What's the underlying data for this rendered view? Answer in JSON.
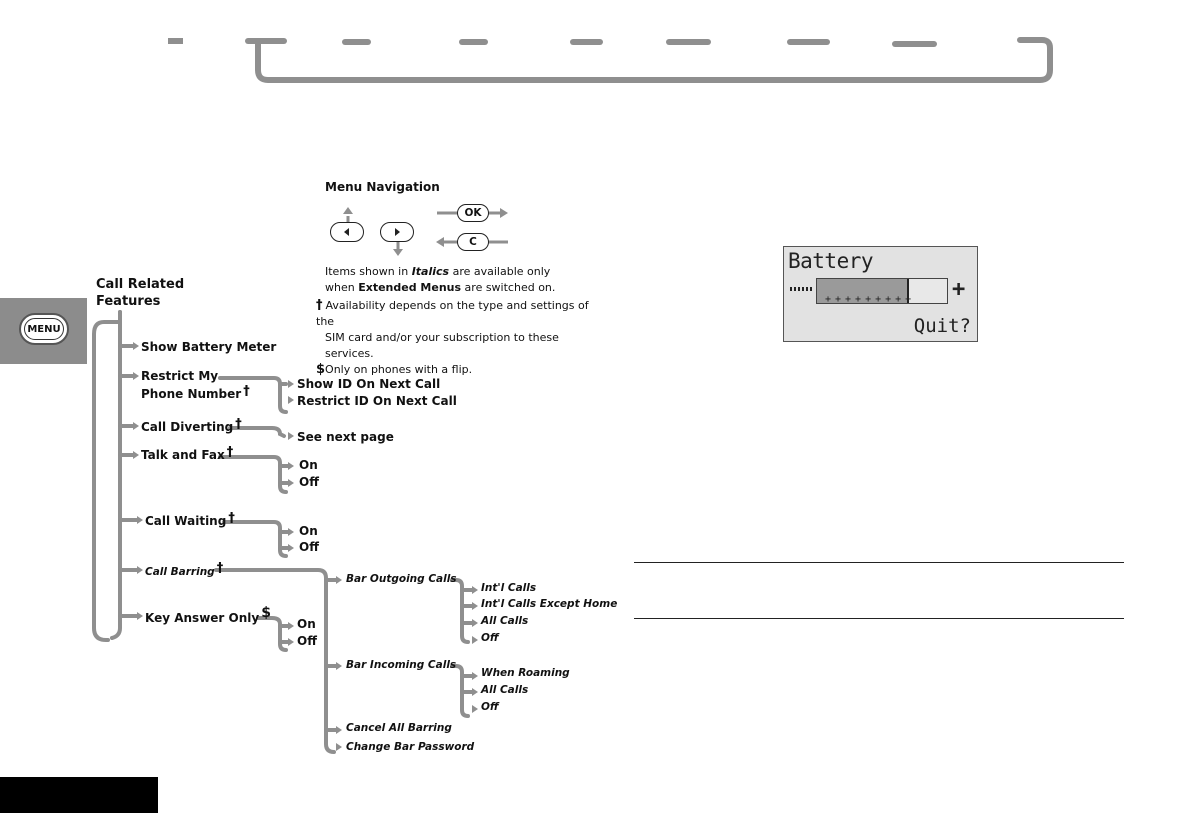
{
  "menu_button": {
    "label": "MENU"
  },
  "menu_navigation": {
    "title": "Menu Navigation",
    "ok_label": "OK",
    "c_label": "C",
    "legend_1_pre": "Items shown in ",
    "legend_1_italic": "Italics",
    "legend_1_post": " are available only",
    "legend_2_pre": "when ",
    "legend_2_bold": "Extended Menus",
    "legend_2_post": " are switched on.",
    "dagger_symbol": "†",
    "dagger_note_1": "Availability depends on the type and settings of the",
    "dagger_note_2": "SIM card and/or your subscription to these services.",
    "dollar_symbol": "$",
    "dollar_note": "Only on phones with a flip."
  },
  "tree": {
    "root_line1": "Call Related",
    "root_line2": "Features",
    "items": {
      "show_battery": "Show Battery Meter",
      "restrict_1": "Restrict My",
      "restrict_2": "Phone Number",
      "call_diverting": "Call Diverting",
      "talk_fax": "Talk and Fax",
      "call_waiting": "Call Waiting",
      "call_barring": "Call Barring",
      "key_answer": "Key Answer Only"
    },
    "restrict_sub": [
      "Show ID On Next Call",
      "Restrict ID On Next Call"
    ],
    "diverting_sub": "See next page",
    "talk_fax_sub": [
      "On",
      "Off"
    ],
    "waiting_sub": [
      "On",
      "Off"
    ],
    "key_answer_sub": [
      "On",
      "Off"
    ],
    "barring_sub": {
      "bar_outgoing": "Bar Outgoing Calls",
      "bar_incoming": "Bar Incoming Calls",
      "cancel_all": "Cancel All Barring",
      "change_password": "Change Bar Password"
    },
    "outgoing_sub": [
      "Int'l Calls",
      "Int'l Calls Except Home",
      "All Calls",
      "Off"
    ],
    "incoming_sub": [
      "When Roaming",
      "All Calls",
      "Off"
    ]
  },
  "lcd": {
    "title": "Battery",
    "quit": "Quit?",
    "minus_glyph": "-",
    "plus_glyph": "+",
    "tick_glyphs": "+++++++++",
    "battery_level": 0.71
  },
  "colors": {
    "tree_line": "#8f8f8f",
    "side_tab": "#8c8c8c"
  }
}
